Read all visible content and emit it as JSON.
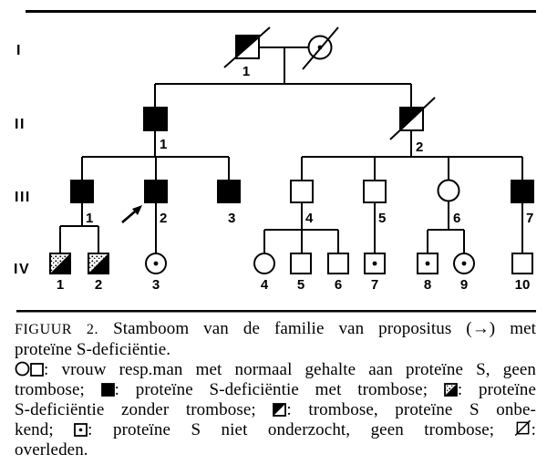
{
  "figure": {
    "generation_labels": [
      "I",
      "II",
      "III",
      "IV"
    ],
    "gen1_numbers": [
      "1"
    ],
    "gen2_numbers": [
      "1",
      "2"
    ],
    "gen3_numbers": [
      "1",
      "2",
      "3",
      "4",
      "5",
      "6",
      "7"
    ],
    "gen4_numbers": [
      "1",
      "2",
      "3",
      "4",
      "5",
      "6",
      "7",
      "8",
      "9",
      "10"
    ],
    "individuals": [
      {
        "id": "I-1",
        "symbol": "male-half-filled-deceased"
      },
      {
        "id": "I-2",
        "symbol": "female-center-dot-deceased"
      },
      {
        "id": "II-1",
        "symbol": "male-filled"
      },
      {
        "id": "II-2",
        "symbol": "male-half-filled-deceased"
      },
      {
        "id": "III-1",
        "symbol": "male-filled"
      },
      {
        "id": "III-2",
        "symbol": "male-filled-propositus-arrow"
      },
      {
        "id": "III-3",
        "symbol": "male-filled"
      },
      {
        "id": "III-4",
        "symbol": "male-open"
      },
      {
        "id": "III-5",
        "symbol": "male-open"
      },
      {
        "id": "III-6",
        "symbol": "female-open"
      },
      {
        "id": "III-7",
        "symbol": "male-filled"
      },
      {
        "id": "IV-1",
        "symbol": "male-stippled-black"
      },
      {
        "id": "IV-2",
        "symbol": "male-stippled-black"
      },
      {
        "id": "IV-3",
        "symbol": "female-center-dot"
      },
      {
        "id": "IV-4",
        "symbol": "female-open"
      },
      {
        "id": "IV-5",
        "symbol": "male-open"
      },
      {
        "id": "IV-6",
        "symbol": "male-open"
      },
      {
        "id": "IV-7",
        "symbol": "male-center-dot"
      },
      {
        "id": "IV-8",
        "symbol": "male-center-dot"
      },
      {
        "id": "IV-9",
        "symbol": "female-center-dot"
      },
      {
        "id": "IV-10",
        "symbol": "male-open"
      }
    ]
  },
  "caption": {
    "figure_label": "FIGUUR 2.",
    "title_rest": "Stamboom van de familie van propositus (→) met",
    "title_line2": "proteïne S-deficiëntie."
  },
  "legend": {
    "line1_text": ": vrouw resp.man met normaal gehalte aan proteïne S, geen",
    "line2_t1": "trombose; ",
    "line2_t2": ": proteïne S-deficiëntie met trombose; ",
    "line2_t3": ": proteïne",
    "line3_t1": "S-deficiëntie zonder trombose; ",
    "line3_t2": ": trombose, proteïne S onbe-",
    "line4_t1": "kend; ",
    "line4_t2": ": proteïne S niet onderzocht, geen trombose; ",
    "line4_t3": ":",
    "line5": "overleden."
  },
  "colors": {
    "ink": "#000000",
    "paper": "#ffffff"
  }
}
